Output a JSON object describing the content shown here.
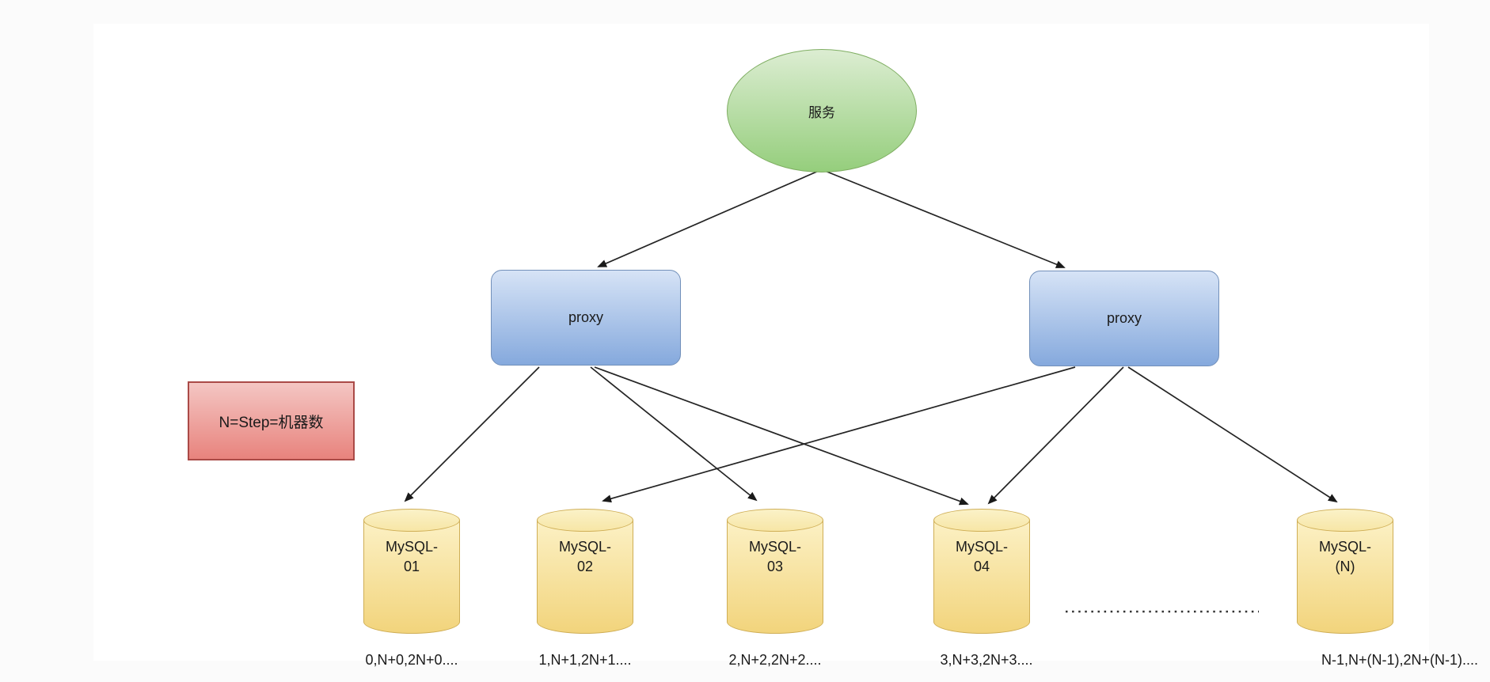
{
  "diagram": {
    "service": {
      "label": "服务"
    },
    "proxies": [
      {
        "label": "proxy"
      },
      {
        "label": "proxy"
      }
    ],
    "note": {
      "label": "N=Step=机器数"
    },
    "databases": [
      {
        "name_line1": "MySQL-",
        "name_line2": "01",
        "shard_label": "0,N+0,2N+0...."
      },
      {
        "name_line1": "MySQL-",
        "name_line2": "02",
        "shard_label": "1,N+1,2N+1...."
      },
      {
        "name_line1": "MySQL-",
        "name_line2": "03",
        "shard_label": "2,N+2,2N+2...."
      },
      {
        "name_line1": "MySQL-",
        "name_line2": "04",
        "shard_label": "3,N+3,2N+3...."
      },
      {
        "name_line1": "MySQL-",
        "name_line2": "(N)",
        "shard_label": "N-1,N+(N-1),2N+(N-1)...."
      }
    ],
    "ellipsis_between": "MySQL-04 and MySQL-(N)",
    "colors": {
      "service_fill_top": "#dcedd2",
      "service_fill_bottom": "#95ce7c",
      "service_stroke": "#7fae62",
      "proxy_fill_top": "#d6e3f6",
      "proxy_fill_bottom": "#85a9dd",
      "proxy_stroke": "#7290ba",
      "note_fill_top": "#f4c6c3",
      "note_fill_bottom": "#e8837d",
      "note_stroke": "#aa4a47",
      "db_fill_top": "#fcf1c5",
      "db_fill_bottom": "#f2d47c",
      "db_stroke": "#cfae55",
      "arrow": "#242424",
      "canvas": "#ffffff",
      "page_margin": "#fbfbfb"
    }
  }
}
